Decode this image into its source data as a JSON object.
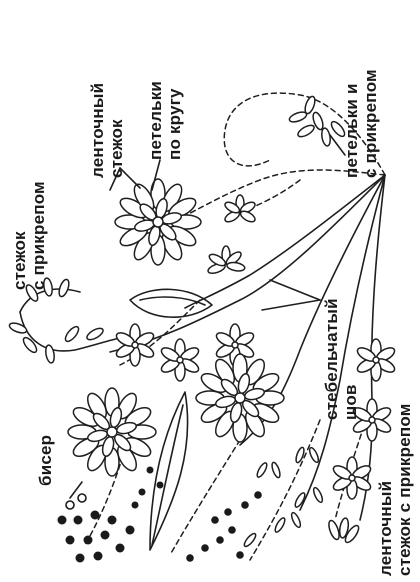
{
  "labels": {
    "loops_with_tack": [
      "петельки и",
      "с прикрепом"
    ],
    "ribbon_stitch": [
      "ленточный",
      "стежок"
    ],
    "loops_in_circle": [
      "петельки",
      "по кругу"
    ],
    "stitch_with_tack": [
      "стежок",
      "с прикрепом"
    ],
    "stem_stitch": [
      "стебельчатый",
      "шов"
    ],
    "beads": [
      "бисер"
    ],
    "ribbon_stitch_with_tack": [
      "ленточный",
      "стежок с прикрепом"
    ]
  },
  "colors": {
    "ink": "#1f1f1f",
    "paper": "#ffffff"
  }
}
